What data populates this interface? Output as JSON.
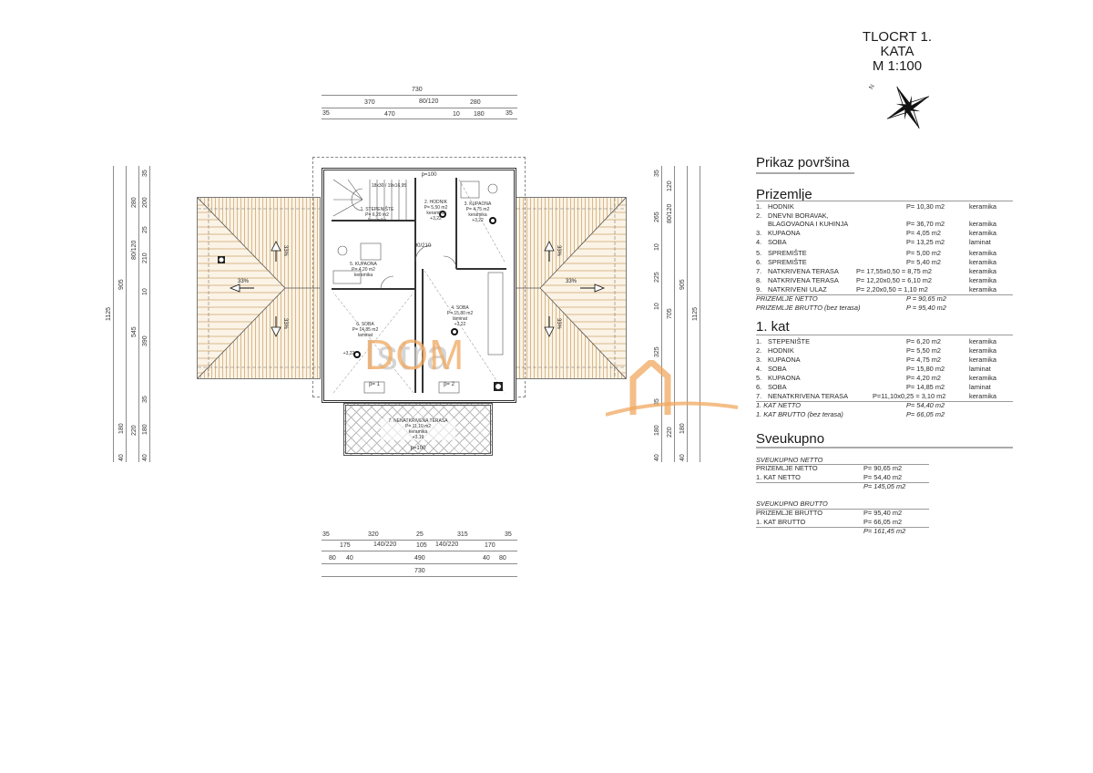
{
  "drawing": {
    "title_line1": "TLOCRT 1. KATA",
    "title_line2": "M 1:100",
    "north_label": "N",
    "north_icon": "compass-rose-icon"
  },
  "areas": {
    "heading": "Prikaz površina",
    "ground_floor": {
      "heading": "Prizemlje",
      "rows": [
        {
          "num": "1.",
          "name": "HODNIK",
          "area": "P= 10,30 m2",
          "material": "keramika"
        },
        {
          "num": "2.",
          "name": "DNEVNI BORAVAK,",
          "area": "",
          "material": ""
        },
        {
          "num": "",
          "name": "BLAGOVAONA I KUHINJA",
          "area": "P= 36,70 m2",
          "material": "keramika"
        },
        {
          "num": "3.",
          "name": "KUPAONA",
          "area": "P=   4,05 m2",
          "material": "keramika"
        },
        {
          "num": "4.",
          "name": "SOBA",
          "area": "P= 13,25 m2",
          "material": "laminat"
        },
        {
          "num": "5.",
          "name": "SPREMIŠTE",
          "area": "P=   5,00 m2",
          "material": "keramika"
        },
        {
          "num": "6.",
          "name": "SPREMIŠTE",
          "area": "P=   5,40 m2",
          "material": "keramika"
        },
        {
          "num": "7.",
          "name": "NATKRIVENA TERASA",
          "area": "P= 17,55x0,50 =  8,75 m2",
          "material": "keramika"
        },
        {
          "num": "8.",
          "name": "NATKRIVENA TERASA",
          "area": "P= 12,20x0,50 =  6,10 m2",
          "material": "keramika"
        },
        {
          "num": "9.",
          "name": "NATKRIVENI ULAZ",
          "area": "P=   2,20x0,50 =  1,10 m2",
          "material": "keramika"
        }
      ],
      "netto_label": "PRIZEMLJE NETTO",
      "netto_value": "P = 90,65 m2",
      "brutto_label": "PRIZEMLJE  BRUTTO (bez terasa)",
      "brutto_value": "P = 95,40 m2"
    },
    "first_floor": {
      "heading": "1. kat",
      "rows": [
        {
          "num": "1.",
          "name": "STEPENIŠTE",
          "area": "P=   6,20 m2",
          "material": "keramika"
        },
        {
          "num": "2.",
          "name": "HODNIK",
          "area": "P=   5,50 m2",
          "material": "keramika"
        },
        {
          "num": "3.",
          "name": "KUPAONA",
          "area": "P=   4,75 m2",
          "material": "keramika"
        },
        {
          "num": "4.",
          "name": "SOBA",
          "area": "P= 15,80 m2",
          "material": "laminat"
        },
        {
          "num": "5.",
          "name": "KUPAONA",
          "area": "P=   4,20 m2",
          "material": "keramika"
        },
        {
          "num": "6.",
          "name": "SOBA",
          "area": "P= 14,85 m2",
          "material": "laminat"
        },
        {
          "num": "7.",
          "name": "NENATKRIVENA TERASA",
          "area": "P=11,10x0,25 =  3,10 m2",
          "material": "keramika"
        }
      ],
      "netto_label": "1. KAT NETTO",
      "netto_value": "P= 54,40 m2",
      "brutto_label": "1. KAT  BRUTTO (bez terasa)",
      "brutto_value": "P= 66,05 m2"
    },
    "total": {
      "heading": "Sveukupno",
      "netto": {
        "heading": "SVEUKUPNO NETTO",
        "rows": [
          {
            "label": "PRIZEMLJE NETTO",
            "value": "P=   90,65 m2"
          },
          {
            "label": "1. KAT NETTO",
            "value": "P=   54,40 m2"
          }
        ],
        "sum": "P= 145,05 m2"
      },
      "brutto": {
        "heading": "SVEUKUPNO  BRUTTO",
        "rows": [
          {
            "label": "PRIZEMLJE BRUTTO",
            "value": "P=   95,40 m2"
          },
          {
            "label": "1. KAT BRUTTO",
            "value": "P=   66,05 m2"
          }
        ],
        "sum": "P= 161,45 m2"
      }
    }
  },
  "plan": {
    "top_dims": {
      "row1": [
        "730"
      ],
      "row2": [
        "370",
        "80/120",
        "280"
      ],
      "row3": [
        "35",
        "470",
        "10",
        "180",
        "35"
      ]
    },
    "bottom_dims": {
      "row1": [
        "35",
        "320",
        "25",
        "315",
        "35"
      ],
      "row2": [
        "175",
        "140/220",
        "105",
        "140/220",
        "170"
      ],
      "row3": [
        "80",
        "40",
        "490",
        "40",
        "80"
      ],
      "row4": [
        "730"
      ]
    },
    "left_dims": {
      "outer": "1125",
      "mid": [
        "905",
        "180",
        "40"
      ],
      "inner_a": [
        "80/120",
        "545",
        "220"
      ],
      "inner_b": [
        "35",
        "280",
        "200",
        "25",
        "210",
        "10",
        "390",
        "35",
        "180",
        "40"
      ]
    },
    "right_dims": {
      "inner_a": [
        "35",
        "120",
        "265",
        "80/120",
        "10",
        "225",
        "10",
        "325",
        "35",
        "180",
        "40"
      ],
      "inner_b": [
        "705",
        "220"
      ],
      "mid": [
        "905",
        "180",
        "40"
      ],
      "outer": "1125"
    },
    "roof_slope": "33%",
    "rooms": [
      {
        "id": "stairs",
        "label": "1. STEPENIŠTE",
        "area": "P= 6,20 m2",
        "material": "keramika",
        "note": "18x30 / 19x16,95"
      },
      {
        "id": "hallway",
        "label": "2. HODNIK",
        "area": "P= 5,50 m2",
        "material": "keramika",
        "level": "+3,22"
      },
      {
        "id": "bath1",
        "label": "3. KUPAONA",
        "area": "P= 4,75 m2",
        "material": "keramika",
        "level": "+3,22"
      },
      {
        "id": "room4",
        "label": "4. SOBA",
        "area": "P= 15,80 m2",
        "material": "laminat",
        "level": "+3,22"
      },
      {
        "id": "bath2",
        "label": "5. KUPAONA",
        "area": "P= 4,20 m2",
        "material": "keramika"
      },
      {
        "id": "room6",
        "label": "6. SOBA",
        "area": "P= 14,85 m2",
        "material": "laminat",
        "level": "+3,22"
      },
      {
        "id": "terrace",
        "label": "7. NENATKRIVENA TERASA",
        "area": "P= 11,10 m2",
        "material": "keramika",
        "level": "+3,19"
      }
    ],
    "door_marks": [
      "p=100",
      "p=100",
      "p=100",
      "p=100",
      "p=100",
      "90/210",
      "80/210",
      "80/210",
      "p= 1",
      "p= 2"
    ]
  },
  "watermark": {
    "text_grey": "Istra",
    "text_orange": "DOM",
    "color": "#f0a860"
  }
}
